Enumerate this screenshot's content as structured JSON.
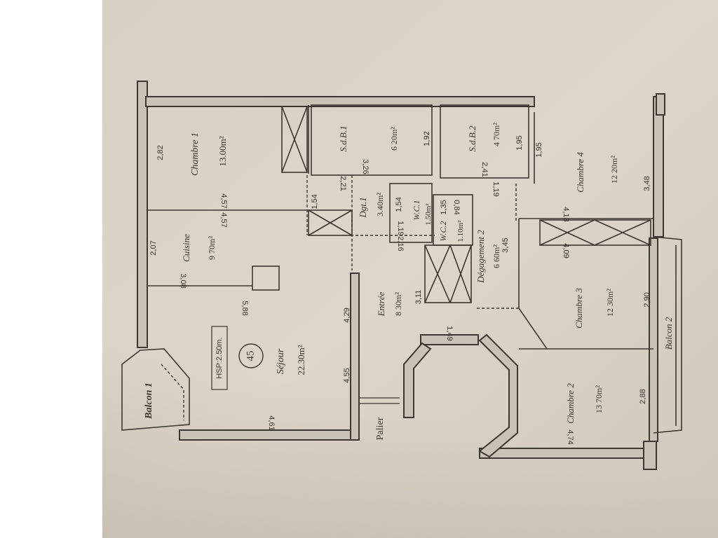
{
  "plan": {
    "apartment_number": "45",
    "ceiling_height": "HSP:2.50m.",
    "rooms": {
      "chambre1": {
        "name": "Chambre 1",
        "area": "13.00m²"
      },
      "sdb1": {
        "name": "S.d.B.1",
        "area": "6 20m²"
      },
      "sdb2": {
        "name": "S.d.B.2",
        "area": "4 70m²"
      },
      "chambre4": {
        "name": "Chambre 4",
        "area": "12 20m²"
      },
      "cuisine": {
        "name": "Cuisine",
        "area": "9 70m²"
      },
      "dgt1": {
        "name": "Dgt.1",
        "area": "3.40m²"
      },
      "wc1": {
        "name": "W.C.1",
        "area": "1.50m²"
      },
      "wc2": {
        "name": "W.C.2",
        "area": "1.10m²"
      },
      "degagement2": {
        "name": "Dégagement 2",
        "area": "6 60m²"
      },
      "chambre3": {
        "name": "Chambre 3",
        "area": "12 30m²"
      },
      "sejour": {
        "name": "Séjour",
        "area": "22.30m²"
      },
      "entree": {
        "name": "Entrée",
        "area": "8 30m²"
      },
      "chambre2": {
        "name": "Chambre 2",
        "area": "13 70m²"
      },
      "balcon1": {
        "name": "Balcon 1"
      },
      "balcon2": {
        "name": "Balcon 2"
      },
      "palier": {
        "name": "Palier"
      }
    },
    "dimensions": {
      "d1": "2,82",
      "d2": "4,57",
      "d3": "4,57",
      "d4": "2,07",
      "d5": "3,08",
      "d6": "5,88",
      "d7": "4,29",
      "d8": "4,55",
      "d9": "4,61",
      "d10": "3,26",
      "d11": "1,92",
      "d12": "2,21",
      "d13": "1,54",
      "d14": "1,54",
      "d15": "1,19",
      "d16": "2,16",
      "d17": "3,11",
      "d18": "1,35",
      "d19": "0,84",
      "d20": "2,41",
      "d21": "1,95",
      "d22": "1,19",
      "d23": "1,95",
      "d24": "3,48",
      "d25": "4,18",
      "d26": "4,09",
      "d27": "3,45",
      "d28": "1,49",
      "d29": "2,90",
      "d30": "2,88",
      "d31": "4,74"
    }
  }
}
